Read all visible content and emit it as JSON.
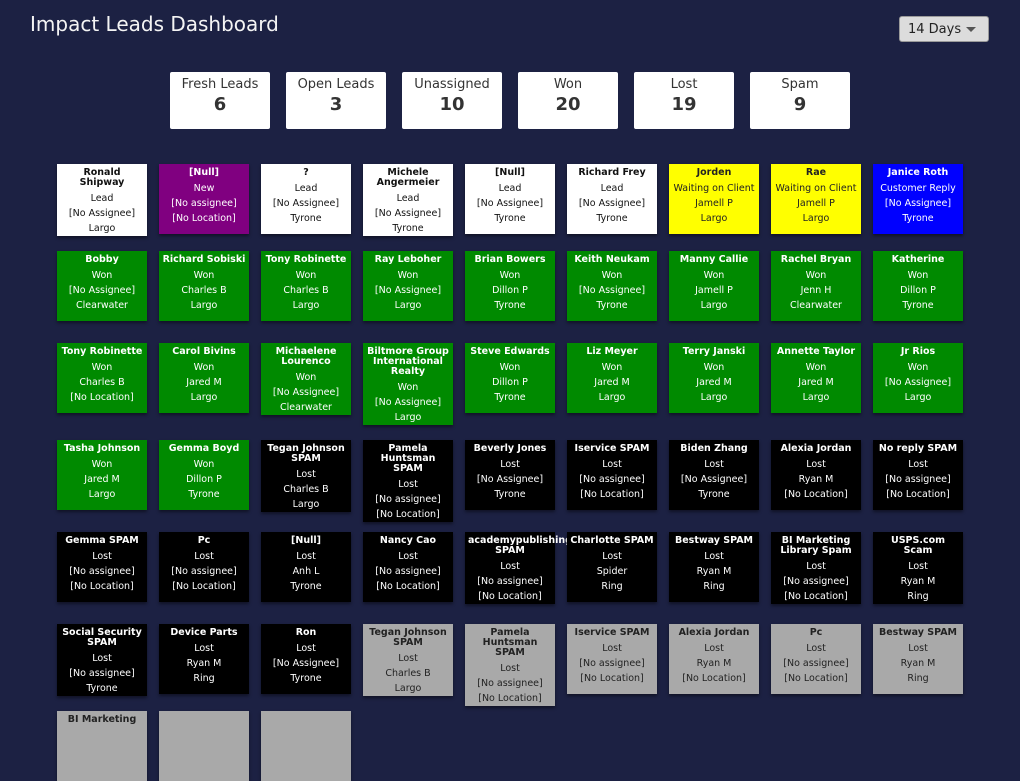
{
  "header": {
    "title": "Impact Leads Dashboard",
    "range_label": "14 Days"
  },
  "stats": [
    {
      "label": "Fresh Leads",
      "value": "6"
    },
    {
      "label": "Open Leads",
      "value": "3"
    },
    {
      "label": "Unassigned",
      "value": "10"
    },
    {
      "label": "Won",
      "value": "20"
    },
    {
      "label": "Lost",
      "value": "19"
    },
    {
      "label": "Spam",
      "value": "9"
    }
  ],
  "colors": {
    "background": "#1c2143",
    "white": "#ffffff",
    "purple": "#800080",
    "yellow": "#ffff00",
    "blue": "#0000ff",
    "green": "#008a00",
    "black": "#000000",
    "gray": "#a9a9a9"
  },
  "rows": [
    [
      {
        "name": "Ronald Shipway",
        "status": "Lead",
        "assignee": "[No Assignee]",
        "location": "Largo",
        "color": "white"
      },
      {
        "name": "[Null]",
        "status": "New",
        "assignee": "[No assignee]",
        "location": "[No Location]",
        "color": "purple"
      },
      {
        "name": "?",
        "status": "Lead",
        "assignee": "[No Assignee]",
        "location": "Tyrone",
        "color": "white"
      },
      {
        "name": "Michele Angermeier",
        "status": "Lead",
        "assignee": "[No Assignee]",
        "location": "Tyrone",
        "color": "white"
      },
      {
        "name": "[Null]",
        "status": "Lead",
        "assignee": "[No Assignee]",
        "location": "Tyrone",
        "color": "white"
      },
      {
        "name": "Richard Frey",
        "status": "Lead",
        "assignee": "[No Assignee]",
        "location": "Tyrone",
        "color": "white"
      },
      {
        "name": "Jorden",
        "status": "Waiting on Client",
        "assignee": "Jamell P",
        "location": "Largo",
        "color": "yellow"
      },
      {
        "name": "Rae",
        "status": "Waiting on Client",
        "assignee": "Jamell P",
        "location": "Largo",
        "color": "yellow"
      },
      {
        "name": "Janice Roth",
        "status": "Customer Reply",
        "assignee": "[No Assignee]",
        "location": "Tyrone",
        "color": "blue"
      }
    ],
    [
      {
        "name": "Bobby",
        "status": "Won",
        "assignee": "[No Assignee]",
        "location": "Clearwater",
        "color": "green"
      },
      {
        "name": "Richard Sobiski",
        "status": "Won",
        "assignee": "Charles B",
        "location": "Largo",
        "color": "green"
      },
      {
        "name": "Tony Robinette",
        "status": "Won",
        "assignee": "Charles B",
        "location": "Largo",
        "color": "green"
      },
      {
        "name": "Ray Leboher",
        "status": "Won",
        "assignee": "[No Assignee]",
        "location": "Largo",
        "color": "green"
      },
      {
        "name": "Brian Bowers",
        "status": "Won",
        "assignee": "Dillon P",
        "location": "Tyrone",
        "color": "green"
      },
      {
        "name": "Keith Neukam",
        "status": "Won",
        "assignee": "[No Assignee]",
        "location": "Tyrone",
        "color": "green"
      },
      {
        "name": "Manny Callie",
        "status": "Won",
        "assignee": "Jamell P",
        "location": "Largo",
        "color": "green"
      },
      {
        "name": "Rachel Bryan",
        "status": "Won",
        "assignee": "Jenn H",
        "location": "Clearwater",
        "color": "green"
      },
      {
        "name": "Katherine",
        "status": "Won",
        "assignee": "Dillon P",
        "location": "Tyrone",
        "color": "green"
      }
    ],
    [
      {
        "name": "Tony Robinette",
        "status": "Won",
        "assignee": "Charles B",
        "location": "[No Location]",
        "color": "green"
      },
      {
        "name": "Carol Bivins",
        "status": "Won",
        "assignee": "Jared M",
        "location": "Largo",
        "color": "green"
      },
      {
        "name": "Michaelene Lourenco",
        "status": "Won",
        "assignee": "[No Assignee]",
        "location": "Clearwater",
        "color": "green"
      },
      {
        "name": "Biltmore Group International Realty",
        "status": "Won",
        "assignee": "[No Assignee]",
        "location": "Largo",
        "color": "green"
      },
      {
        "name": "Steve Edwards",
        "status": "Won",
        "assignee": "Dillon P",
        "location": "Tyrone",
        "color": "green"
      },
      {
        "name": "Liz Meyer",
        "status": "Won",
        "assignee": "Jared M",
        "location": "Largo",
        "color": "green"
      },
      {
        "name": "Terry Janski",
        "status": "Won",
        "assignee": "Jared M",
        "location": "Largo",
        "color": "green"
      },
      {
        "name": "Annette Taylor",
        "status": "Won",
        "assignee": "Jared M",
        "location": "Largo",
        "color": "green"
      },
      {
        "name": "Jr Rios",
        "status": "Won",
        "assignee": "[No Assignee]",
        "location": "Largo",
        "color": "green"
      }
    ],
    [
      {
        "name": "Tasha Johnson",
        "status": "Won",
        "assignee": "Jared M",
        "location": "Largo",
        "color": "green"
      },
      {
        "name": "Gemma Boyd",
        "status": "Won",
        "assignee": "Dillon P",
        "location": "Tyrone",
        "color": "green"
      },
      {
        "name": "Tegan Johnson SPAM",
        "status": "Lost",
        "assignee": "Charles B",
        "location": "Largo",
        "color": "black"
      },
      {
        "name": "Pamela Huntsman SPAM",
        "status": "Lost",
        "assignee": "[No assignee]",
        "location": "[No Location]",
        "color": "black"
      },
      {
        "name": "Beverly Jones",
        "status": "Lost",
        "assignee": "[No Assignee]",
        "location": "Tyrone",
        "color": "black"
      },
      {
        "name": "Iservice SPAM",
        "status": "Lost",
        "assignee": "[No assignee]",
        "location": "[No Location]",
        "color": "black"
      },
      {
        "name": "Biden Zhang",
        "status": "Lost",
        "assignee": "[No Assignee]",
        "location": "Tyrone",
        "color": "black"
      },
      {
        "name": "Alexia Jordan",
        "status": "Lost",
        "assignee": "Ryan M",
        "location": "[No Location]",
        "color": "black"
      },
      {
        "name": "No reply SPAM",
        "status": "Lost",
        "assignee": "[No assignee]",
        "location": "[No Location]",
        "color": "black"
      }
    ],
    [
      {
        "name": "Gemma SPAM",
        "status": "Lost",
        "assignee": "[No assignee]",
        "location": "[No Location]",
        "color": "black"
      },
      {
        "name": "Pc",
        "status": "Lost",
        "assignee": "[No assignee]",
        "location": "[No Location]",
        "color": "black"
      },
      {
        "name": "[Null]",
        "status": "Lost",
        "assignee": "Anh L",
        "location": "Tyrone",
        "color": "black"
      },
      {
        "name": "Nancy Cao",
        "status": "Lost",
        "assignee": "[No assignee]",
        "location": "[No Location]",
        "color": "black"
      },
      {
        "name": "academypublishing SPAM",
        "status": "Lost",
        "assignee": "[No assignee]",
        "location": "[No Location]",
        "color": "black"
      },
      {
        "name": "Charlotte SPAM",
        "status": "Lost",
        "assignee": "Spider",
        "location": "Ring",
        "color": "black"
      },
      {
        "name": "Bestway SPAM",
        "status": "Lost",
        "assignee": "Ryan M",
        "location": "Ring",
        "color": "black"
      },
      {
        "name": "BI Marketing Library Spam",
        "status": "Lost",
        "assignee": "[No assignee]",
        "location": "[No Location]",
        "color": "black"
      },
      {
        "name": "USPS.com Scam",
        "status": "Lost",
        "assignee": "Ryan M",
        "location": "Ring",
        "color": "black"
      }
    ],
    [
      {
        "name": "Social Security SPAM",
        "status": "Lost",
        "assignee": "[No assignee]",
        "location": "Tyrone",
        "color": "black"
      },
      {
        "name": "Device Parts",
        "status": "Lost",
        "assignee": "Ryan M",
        "location": "Ring",
        "color": "black"
      },
      {
        "name": "Ron",
        "status": "Lost",
        "assignee": "[No Assignee]",
        "location": "Tyrone",
        "color": "black"
      },
      {
        "name": "Tegan Johnson SPAM",
        "status": "Lost",
        "assignee": "Charles B",
        "location": "Largo",
        "color": "gray"
      },
      {
        "name": "Pamela Huntsman SPAM",
        "status": "Lost",
        "assignee": "[No assignee]",
        "location": "[No Location]",
        "color": "gray"
      },
      {
        "name": "Iservice SPAM",
        "status": "Lost",
        "assignee": "[No assignee]",
        "location": "[No Location]",
        "color": "gray"
      },
      {
        "name": "Alexia Jordan",
        "status": "Lost",
        "assignee": "Ryan M",
        "location": "[No Location]",
        "color": "gray"
      },
      {
        "name": "Pc",
        "status": "Lost",
        "assignee": "[No assignee]",
        "location": "[No Location]",
        "color": "gray"
      },
      {
        "name": "Bestway SPAM",
        "status": "Lost",
        "assignee": "Ryan M",
        "location": "Ring",
        "color": "gray"
      }
    ],
    [
      {
        "name": "BI Marketing",
        "status": "",
        "assignee": "",
        "location": "",
        "color": "gray"
      },
      {
        "name": "",
        "status": "",
        "assignee": "",
        "location": "",
        "color": "gray"
      },
      {
        "name": "",
        "status": "",
        "assignee": "",
        "location": "",
        "color": "gray"
      }
    ]
  ]
}
